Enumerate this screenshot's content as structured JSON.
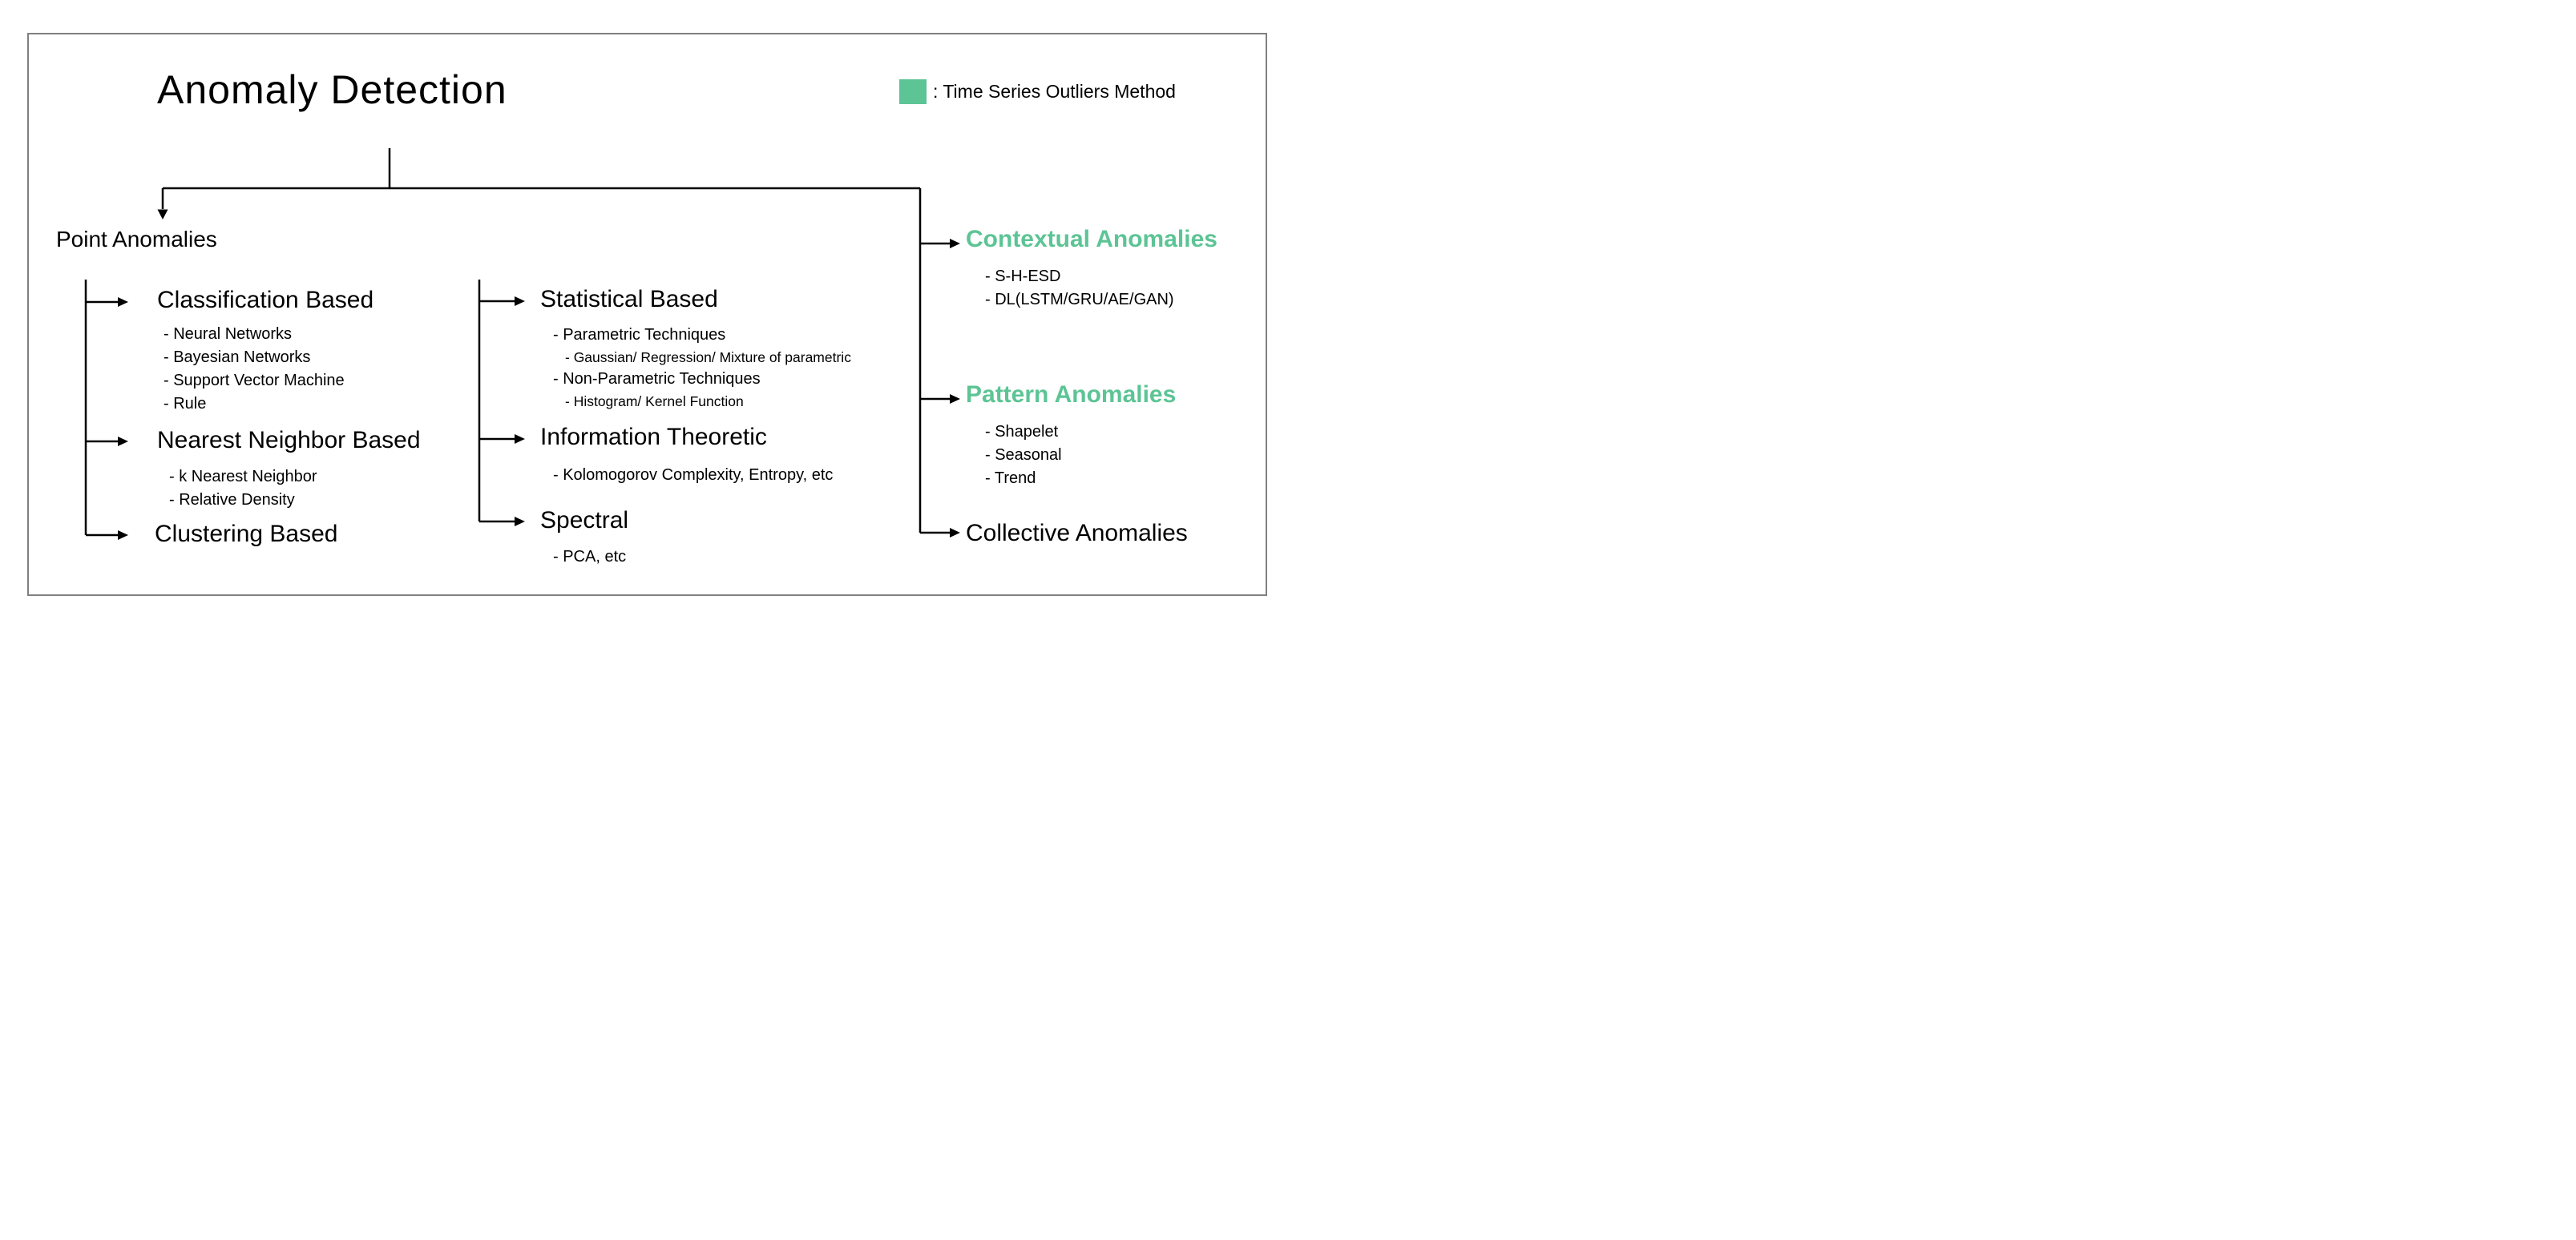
{
  "title": "Anomaly Detection",
  "legend": {
    "label": ": Time Series Outliers Method"
  },
  "colors": {
    "accent_green": "#5CC495",
    "border_gray": "#808080",
    "line_black": "#000000"
  },
  "root": {
    "label": "Point Anomalies"
  },
  "left_column": {
    "branches": [
      {
        "label": "Classification Based",
        "items": [
          "- Neural Networks",
          "- Bayesian Networks",
          "- Support Vector Machine",
          "- Rule"
        ]
      },
      {
        "label": "Nearest Neighbor Based",
        "items": [
          "- k Nearest Neighbor",
          "- Relative Density"
        ]
      },
      {
        "label": "Clustering Based",
        "items": []
      }
    ]
  },
  "middle_column": {
    "branches": [
      {
        "label": "Statistical Based",
        "items": [
          "- Parametric Techniques",
          "- Gaussian/ Regression/ Mixture of parametric",
          "- Non-Parametric Techniques",
          "- Histogram/ Kernel Function"
        ]
      },
      {
        "label": "Information Theoretic",
        "items": [
          "- Kolomogorov Complexity, Entropy, etc"
        ]
      },
      {
        "label": "Spectral",
        "items": [
          "- PCA, etc"
        ]
      }
    ]
  },
  "right_column": {
    "branches": [
      {
        "label": "Contextual Anomalies",
        "highlighted": true,
        "items": [
          "- S-H-ESD",
          "- DL(LSTM/GRU/AE/GAN)"
        ]
      },
      {
        "label": "Pattern Anomalies",
        "highlighted": true,
        "items": [
          "- Shapelet",
          "- Seasonal",
          "- Trend"
        ]
      },
      {
        "label": "Collective Anomalies",
        "highlighted": false,
        "items": []
      }
    ]
  }
}
